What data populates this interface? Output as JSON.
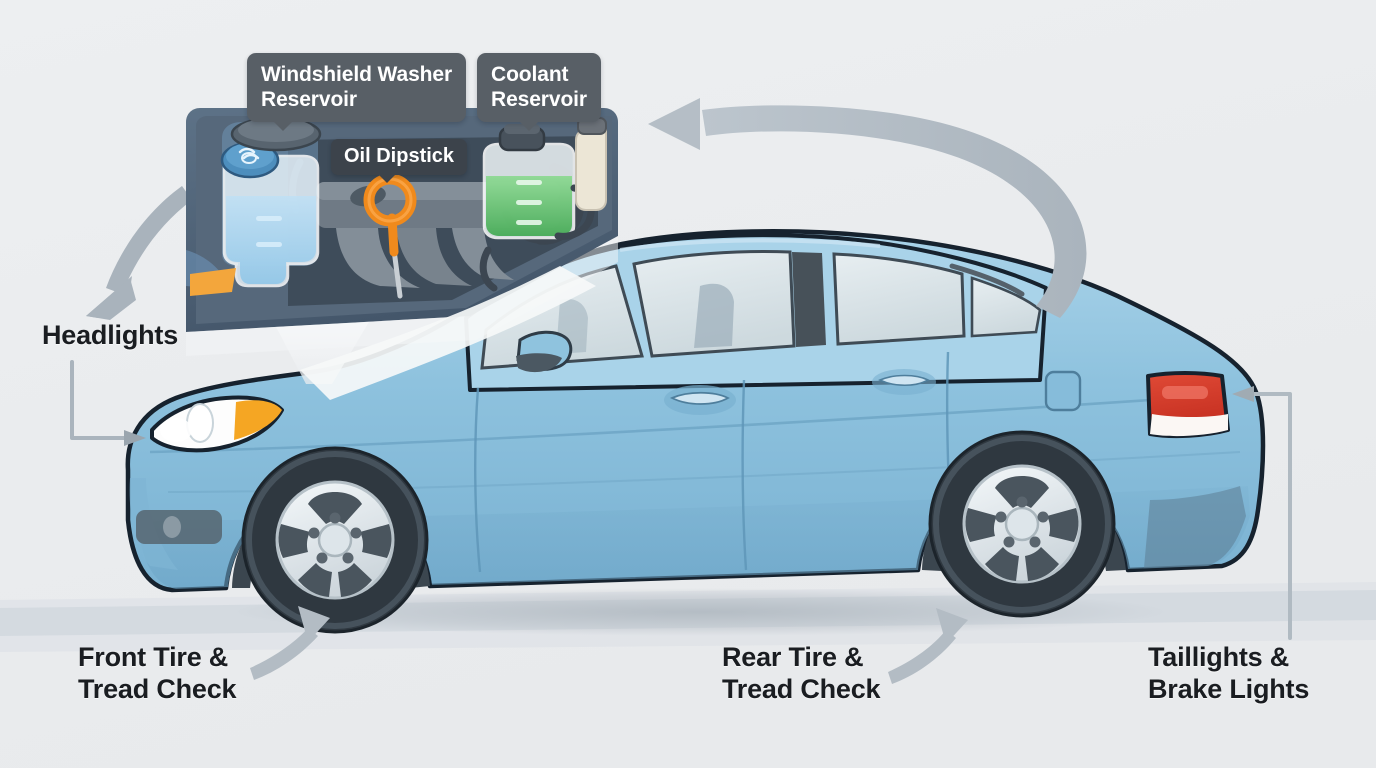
{
  "scene": {
    "title": "Car maintenance check points diagram",
    "background_color": "#eceef0",
    "vehicle": {
      "type": "sedan",
      "orientation": "side-profile-facing-left",
      "body_color": "#8ec2de",
      "body_shadow_color": "#6ea7c8",
      "outline_color": "#16222e",
      "glass_color": "#dfe7ea",
      "pillar_color": "#4a545c",
      "tire_color": "#2f3840",
      "wheel_color": "#e8eef2",
      "headlight_color": "#fefefe",
      "turnsignal_color": "#f5a623",
      "taillight_color": "#d93b2b"
    }
  },
  "callouts": [
    {
      "id": "headlights",
      "label": "Headlights",
      "connector": "elbow-right-arrow"
    },
    {
      "id": "front_tire",
      "label": "Front Tire &\nTread Check",
      "connector": "curved-up-right-arrow"
    },
    {
      "id": "rear_tire",
      "label": "Rear Tire &\nTread Check",
      "connector": "curved-up-right-arrow"
    },
    {
      "id": "taillights",
      "label": "Taillights &\nBrake Lights",
      "connector": "elbow-up-left-arrow"
    }
  ],
  "engine_bay_inset": {
    "present": true,
    "panel_color": "#4f6275",
    "tooltips": [
      {
        "id": "washer_reservoir",
        "label": "Windshield Washer\nReservoir",
        "style": "slate",
        "color": "#585f66"
      },
      {
        "id": "coolant_reservoir",
        "label": "Coolant\nReservoir",
        "style": "slate",
        "color": "#585f66"
      },
      {
        "id": "oil_dipstick",
        "label": "Oil Dipstick",
        "style": "dark-inline",
        "color": "#3c434b"
      }
    ],
    "components": [
      {
        "id": "washer_reservoir",
        "fluid_color": "#9fd0ef",
        "cap_color": "#4f8fc0",
        "body": "translucent-white"
      },
      {
        "id": "coolant_reservoir",
        "fluid_color": "#5cc269",
        "cap_color": "#4b5560",
        "body": "translucent-white"
      },
      {
        "id": "brake_reservoir",
        "fluid_color": "#ece6d6",
        "cap_color": "#6b7178",
        "body": "cream"
      },
      {
        "id": "oil_dipstick",
        "handle_color": "#f08a1c",
        "shaft_color": "#c8cdd2"
      }
    ]
  },
  "arrows": [
    {
      "id": "roof_sweep_arrow",
      "from": "rear-of-car",
      "to": "engine-bay-inset",
      "direction": "left",
      "color": "#b7c0c8"
    },
    {
      "id": "inset_to_headlights",
      "from": "engine-bay-inset",
      "to": "headlights-label",
      "direction": "down-left",
      "color": "#a8b2bb"
    }
  ]
}
